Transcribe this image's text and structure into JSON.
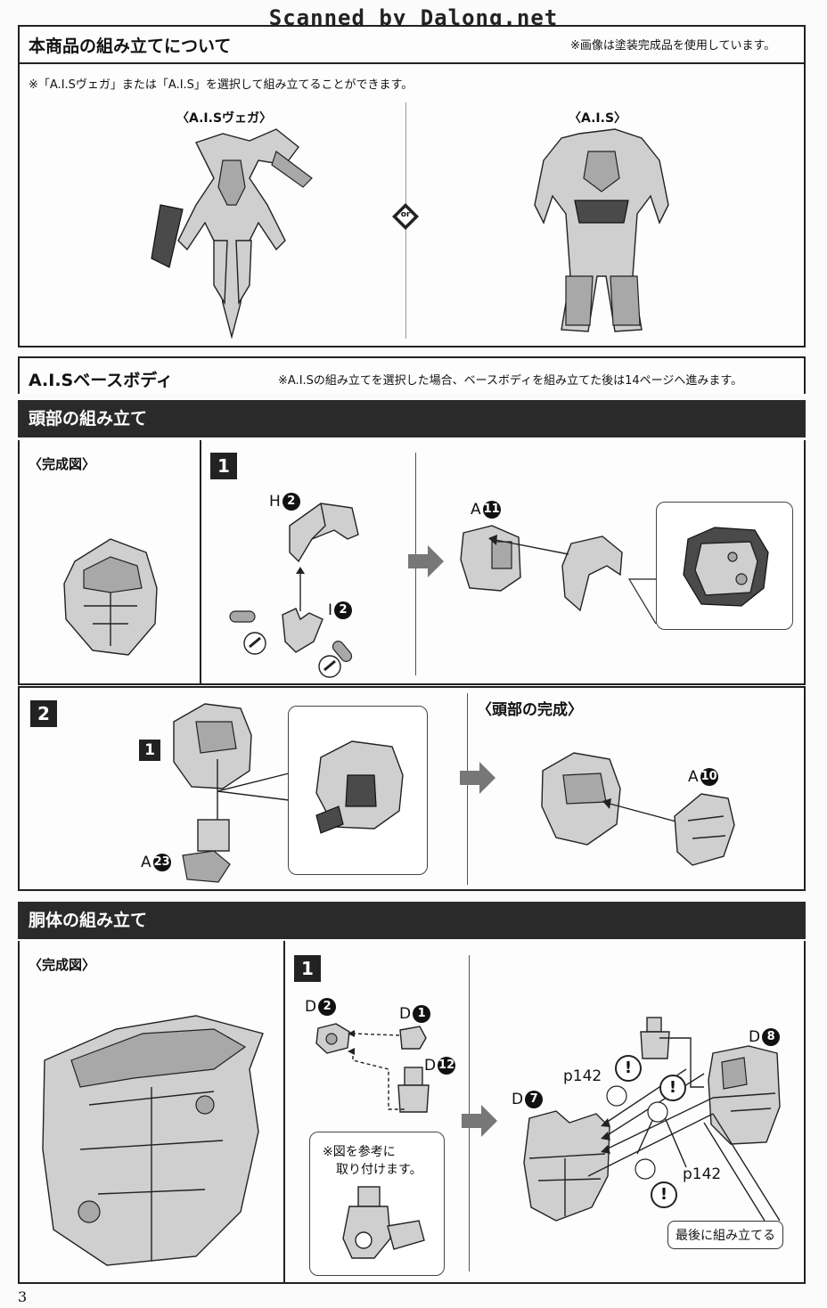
{
  "watermark": "Scanned by Dalong.net",
  "page_number": "3",
  "section1": {
    "title": "本商品の組み立てについて",
    "photo_note": "※画像は塗装完成品を使用しています。",
    "select_note": "※「A.I.Sヴェガ」または「A.I.S」を選択して組み立てることができます。",
    "left_label": "〈A.I.Sヴェガ〉",
    "right_label": "〈A.I.S〉",
    "divider_badge": "or"
  },
  "section2": {
    "title": "A.I.Sベースボディ",
    "note": "※A.I.Sの組み立てを選択した場合、ベースボディを組み立てた後は14ページへ進みます。"
  },
  "head": {
    "bar_title": "頭部の組み立て",
    "complete_label": "〈完成図〉",
    "step1": {
      "number": "1",
      "parts": [
        {
          "letter": "H",
          "num": "2"
        },
        {
          "letter": "I",
          "num": "2"
        },
        {
          "letter": "A",
          "num": "11"
        }
      ]
    },
    "step2": {
      "number": "2",
      "ref_step": "1",
      "parts": [
        {
          "letter": "A",
          "num": "23"
        },
        {
          "letter": "A",
          "num": "10"
        }
      ],
      "done_label": "〈頭部の完成〉"
    }
  },
  "torso": {
    "bar_title": "胴体の組み立て",
    "complete_label": "〈完成図〉",
    "step1": {
      "number": "1",
      "parts": [
        {
          "letter": "D",
          "num": "2"
        },
        {
          "letter": "D",
          "num": "1"
        },
        {
          "letter": "D",
          "num": "12"
        },
        {
          "letter": "D",
          "num": "7"
        },
        {
          "letter": "D",
          "num": "8"
        }
      ],
      "ref_a": "p142",
      "ref_b": "p142",
      "hint_line1": "※図を参考に",
      "hint_line2": "取り付けます。",
      "last_note": "最後に組み立てる",
      "warn_mark": "!"
    }
  }
}
